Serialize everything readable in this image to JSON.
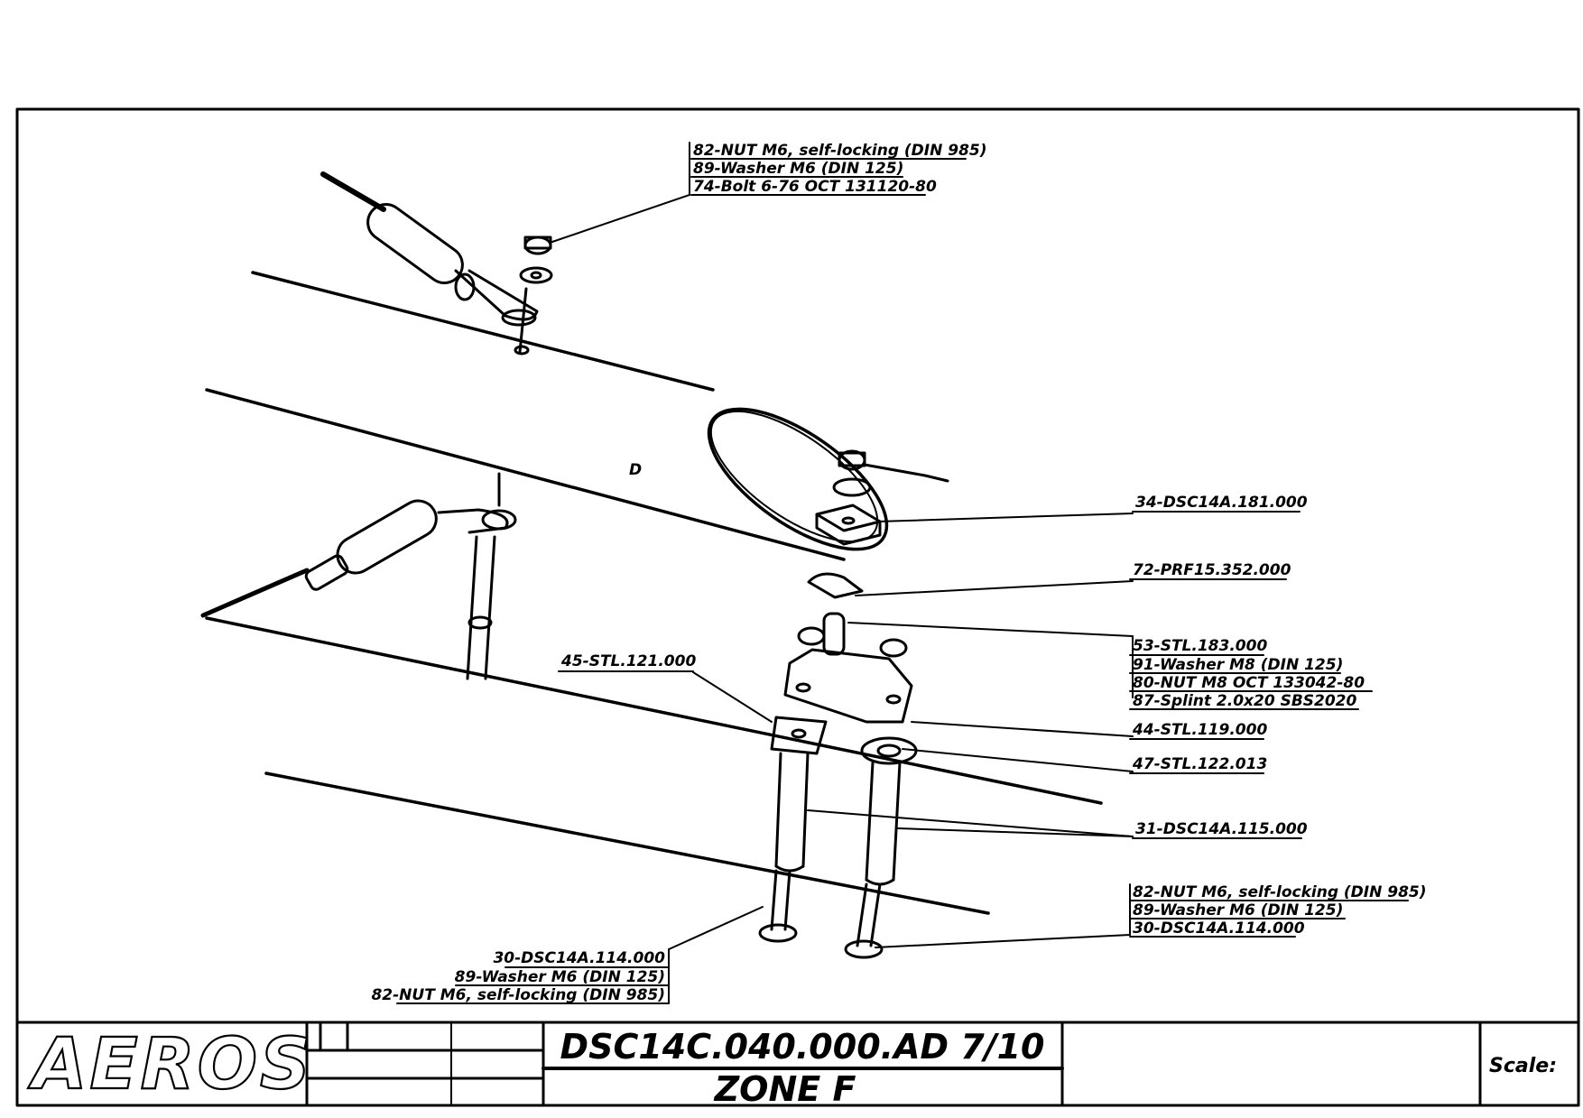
{
  "title_block": {
    "logo": "AEROS",
    "drawing_number": "DSC14C.040.000.AD 7/10",
    "zone": "ZONE F",
    "scale_label": "Scale:"
  },
  "callouts": {
    "top_left_group": [
      "82-NUT M6, self-locking (DIN 985)",
      "89-Washer M6 (DIN 125)",
      "74-Bolt 6-76 OCT 131120-80"
    ],
    "c34": "34-DSC14A.181.000",
    "c72": "72-PRF15.352.000",
    "right_group": [
      "53-STL.183.000",
      "91-Washer M8 (DIN 125)",
      "80-NUT M8 OCT 133042-80",
      "87-Splint 2.0x20 SBS2020"
    ],
    "c45": "45-STL.121.000",
    "c44": "44-STL.119.000",
    "c47": "47-STL.122.013",
    "c31": "31-DSC14A.115.000",
    "bottom_right_group": [
      "82-NUT M6, self-locking (DIN 985)",
      "89-Washer M6 (DIN 125)",
      "30-DSC14A.114.000"
    ],
    "bottom_left_group": [
      "30-DSC14A.114.000",
      "89-Washer M6 (DIN 125)",
      "82-NUT M6, self-locking (DIN 985)"
    ],
    "tube_marker": "D"
  }
}
